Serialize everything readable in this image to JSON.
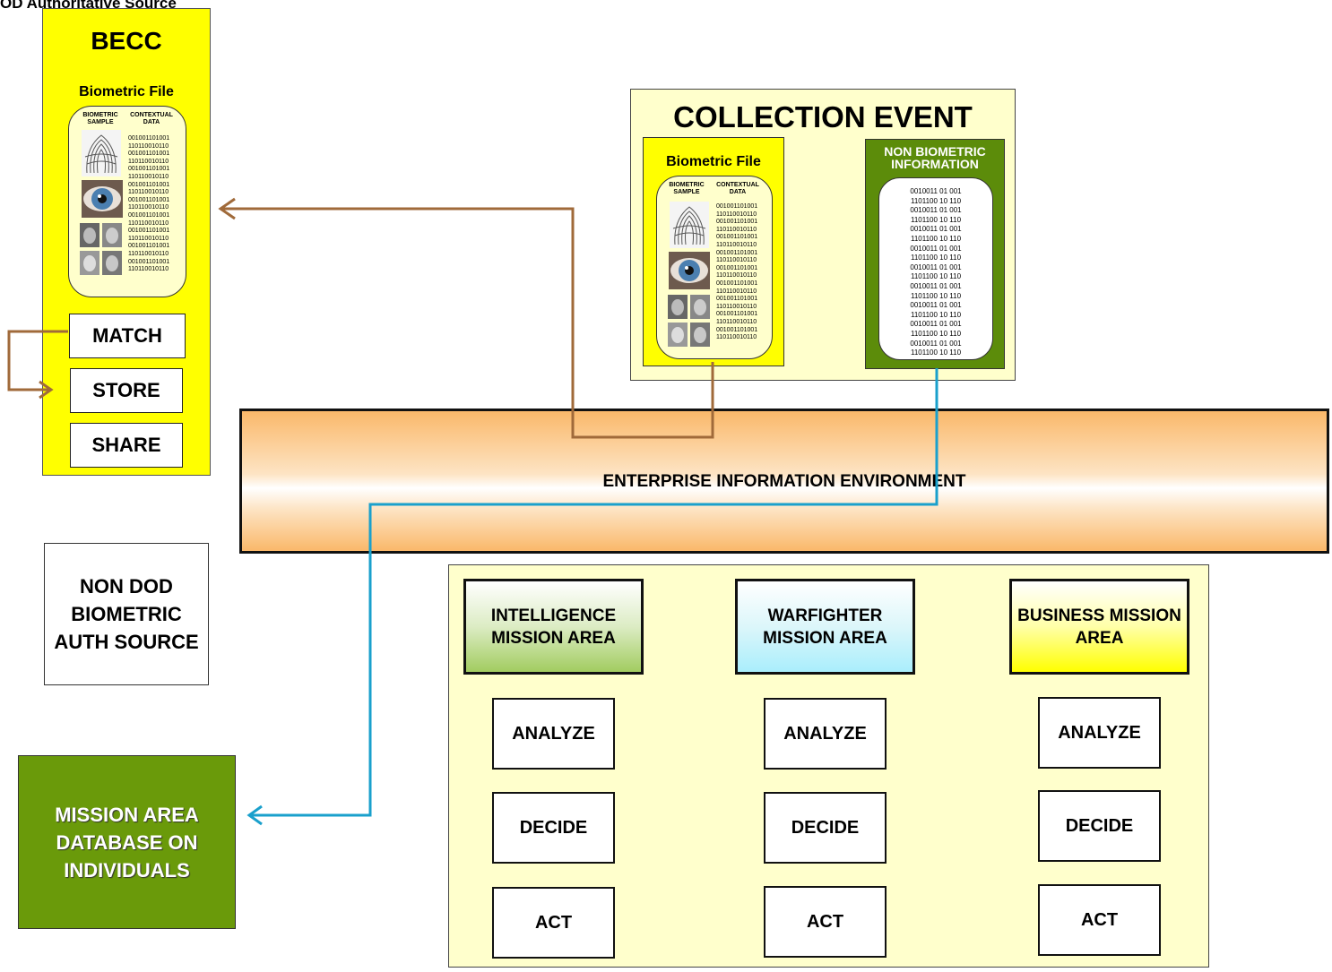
{
  "top_label": "OD Authoritative Source",
  "becc": {
    "title": "BECC",
    "file_title": "Biometric File",
    "col_sample": "BIOMETRIC SAMPLE",
    "col_data": "CONTEXTUAL DATA",
    "binary": "001001101001\n110110010110\n001001101001\n110110010110\n001001101001\n110110010110\n001001101001\n110110010110\n001001101001\n110110010110\n001001101001\n110110010110\n001001101001\n110110010110\n001001101001\n110110010110\n001001101001\n110110010110",
    "buttons": {
      "match": "MATCH",
      "store": "STORE",
      "share": "SHARE"
    }
  },
  "collection": {
    "title": "COLLECTION EVENT",
    "file_title": "Biometric File",
    "col_sample": "BIOMETRIC SAMPLE",
    "col_data": "CONTEXTUAL DATA",
    "binary": "001001101001\n110110010110\n001001101001\n110110010110\n001001101001\n110110010110\n001001101001\n110110010110\n001001101001\n110110010110\n001001101001\n110110010110\n001001101001\n110110010110\n001001101001\n110110010110\n001001101001\n110110010110",
    "nonbio_title": "NON BIOMETRIC INFORMATION",
    "nonbio_binary": "0010011 01 001\n1101100 10 110\n0010011 01 001\n1101100 10 110\n0010011 01 001\n1101100 10 110\n0010011 01 001\n1101100 10 110\n0010011 01 001\n1101100 10 110\n0010011 01 001\n1101100 10 110\n0010011 01 001\n1101100 10 110\n0010011 01 001\n1101100 10 110\n0010011 01 001\n1101100 10 110"
  },
  "eie": {
    "label": "ENTERPRISE INFORMATION ENVIRONMENT"
  },
  "non_dod": {
    "label": "NON DOD BIOMETRIC AUTH SOURCE"
  },
  "mission_db": {
    "label": "MISSION AREA DATABASE ON INDIVIDUALS"
  },
  "mission_areas": [
    {
      "title": "INTELLIGENCE MISSION AREA",
      "steps": [
        "ANALYZE",
        "DECIDE",
        "ACT"
      ]
    },
    {
      "title": "WARFIGHTER MISSION AREA",
      "steps": [
        "ANALYZE",
        "DECIDE",
        "ACT"
      ]
    },
    {
      "title": "BUSINESS MISSION AREA",
      "steps": [
        "ANALYZE",
        "DECIDE",
        "ACT"
      ]
    }
  ],
  "colors": {
    "brown_arrow": "#a06a3a",
    "blue_arrow": "#1aa0cc",
    "becc_yellow": "#ffff00",
    "mission_green": "#6a9a0a"
  }
}
